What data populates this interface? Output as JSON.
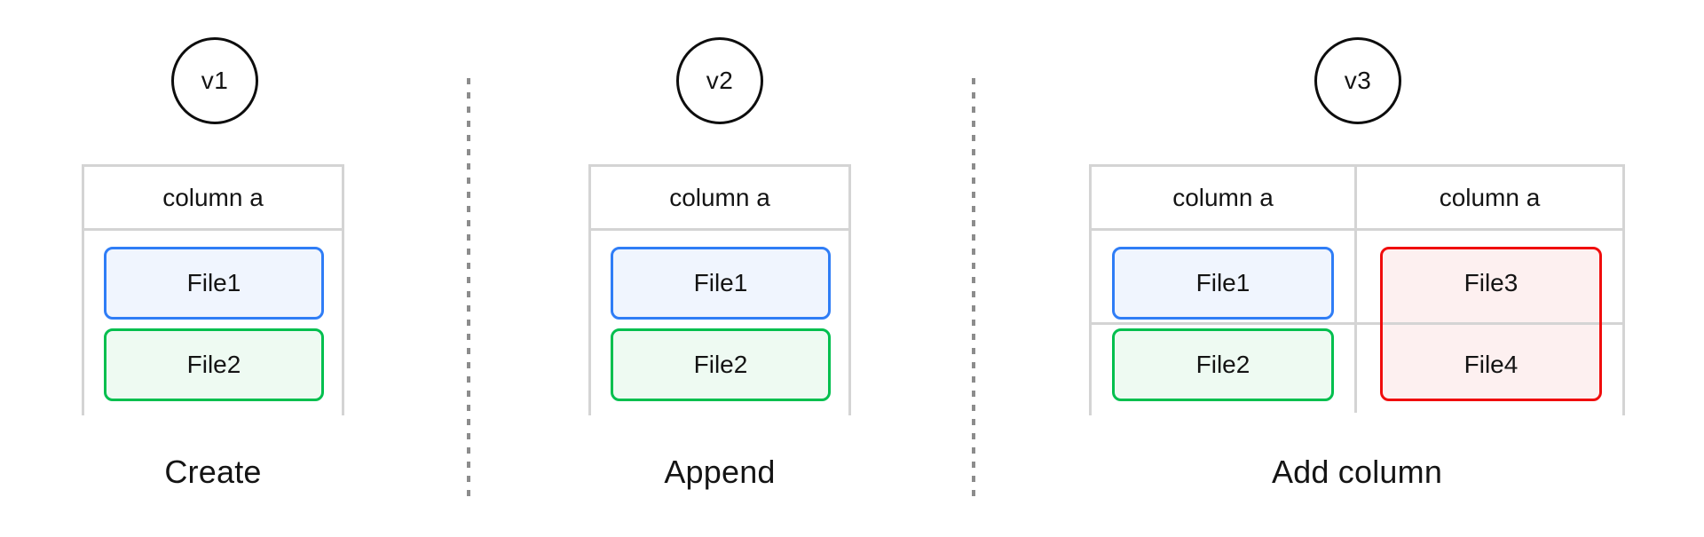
{
  "diagram": {
    "panels": [
      {
        "version": "v1",
        "label": "Create",
        "table": {
          "header": "column a",
          "files": [
            {
              "name": "File1",
              "style": "blue"
            },
            {
              "name": "File2",
              "style": "green"
            }
          ]
        }
      },
      {
        "version": "v2",
        "label": "Append",
        "table": {
          "header": "column a",
          "files": [
            {
              "name": "File1",
              "style": "blue"
            },
            {
              "name": "File2",
              "style": "green"
            }
          ]
        }
      },
      {
        "version": "v3",
        "label": "Add column",
        "table": {
          "columns": [
            {
              "header": "column a",
              "files": [
                {
                  "name": "File1",
                  "style": "blue"
                },
                {
                  "name": "File2",
                  "style": "green"
                }
              ]
            },
            {
              "header": "column a",
              "file_span": {
                "names": [
                  "File3",
                  "File4"
                ],
                "style": "red"
              }
            }
          ]
        }
      }
    ],
    "colors": {
      "text": "#141414",
      "grid": "#d4d4d4",
      "dash": "#8c8c8c",
      "blue": "#2f7df6",
      "blue-fill": "#f0f5fe",
      "green": "#00bf4e",
      "green-fill": "#eefaf2",
      "red": "#f00d0d",
      "red-fill": "#fdf0f0"
    }
  }
}
